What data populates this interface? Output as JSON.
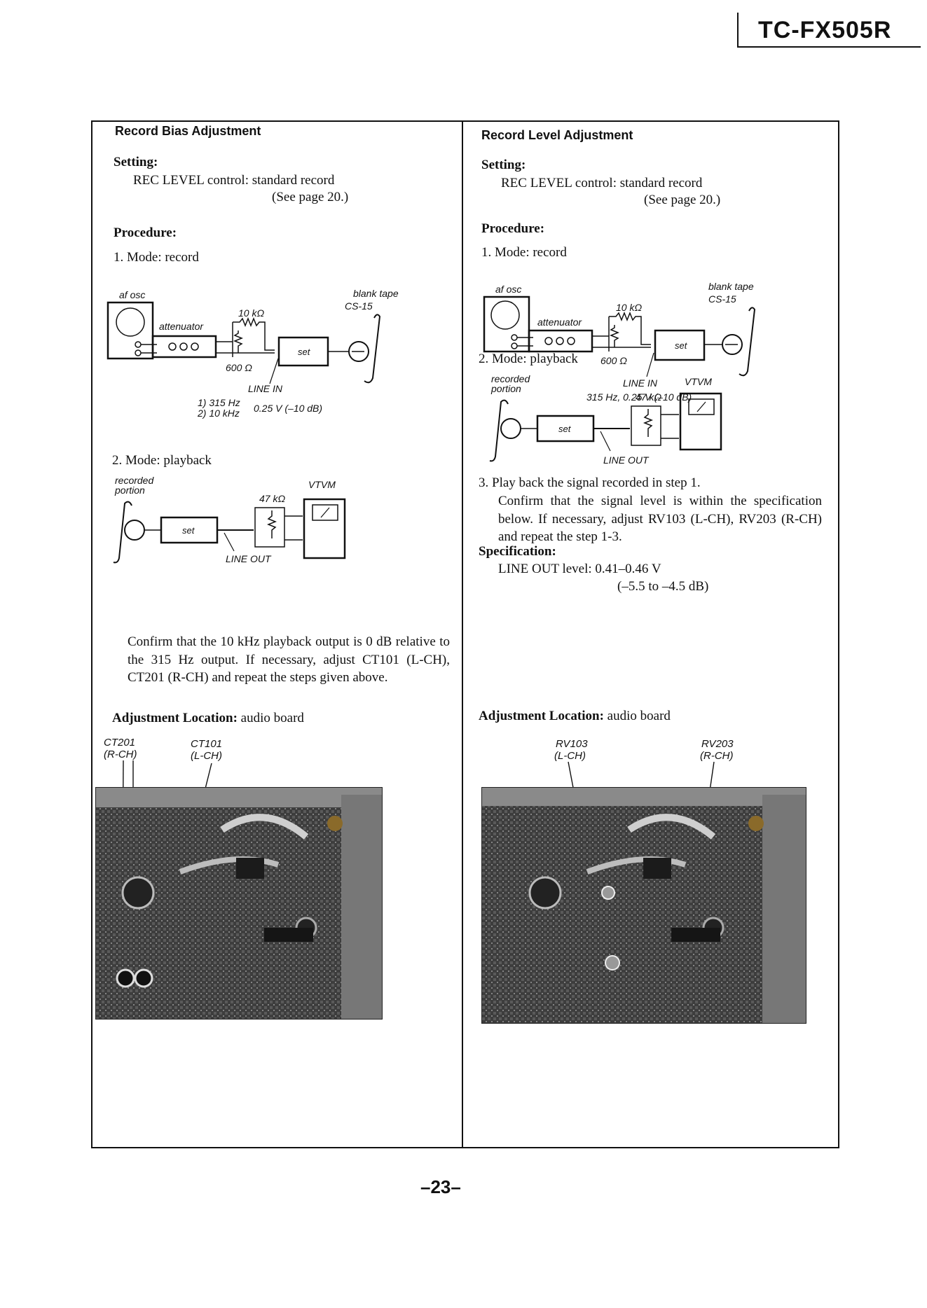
{
  "header": {
    "model": "TC-FX505R"
  },
  "left": {
    "title": "Record Bias Adjustment",
    "setting_heading": "Setting:",
    "setting_line1": "REC LEVEL control: standard record",
    "setting_line2": "(See page 20.)",
    "procedure_heading": "Procedure:",
    "step1": "1. Mode: record",
    "diagram1": {
      "af_osc": "af osc",
      "attenuator": "attenuator",
      "r10k": "10 kΩ",
      "r600": "600 Ω",
      "set": "set",
      "line_in": "LINE IN",
      "blank_tape": "blank tape",
      "cs15": "CS-15",
      "freq1": "1) 315 Hz",
      "freq2": "2) 10 kHz",
      "level": "0.25 V (–10 dB)"
    },
    "step2": "2. Mode: playback",
    "diagram2": {
      "recorded": "recorded",
      "portion": "portion",
      "set": "set",
      "r47k": "47 kΩ",
      "vtvm": "VTVM",
      "line_out": "LINE OUT"
    },
    "confirm_text": "Confirm that the 10 kHz playback output is 0 dB relative to the 315 Hz output. If necessary, adjust CT101 (L-CH), CT201 (R-CH) and repeat the steps given above.",
    "adj_label": "Adjustment Location:",
    "adj_value": "audio board",
    "callout1_a": "CT201",
    "callout1_b": "(R-CH)",
    "callout2_a": "CT101",
    "callout2_b": "(L-CH)"
  },
  "right": {
    "title": "Record Level Adjustment",
    "setting_heading": "Setting:",
    "setting_line1": "REC LEVEL control: standard record",
    "setting_line2": "(See page 20.)",
    "procedure_heading": "Procedure:",
    "step1": "1. Mode: record",
    "diagram1": {
      "af_osc": "af osc",
      "attenuator": "attenuator",
      "r10k": "10 kΩ",
      "r600": "600 Ω",
      "set": "set",
      "line_in": "LINE IN",
      "blank_tape": "blank tape",
      "cs15": "CS-15",
      "signal": "315 Hz, 0.25 V (–10 dB)"
    },
    "step2": "2. Mode: playback",
    "diagram2": {
      "recorded": "recorded",
      "portion": "portion",
      "set": "set",
      "r47k": "47 kΩ",
      "vtvm": "VTVM",
      "line_out": "LINE OUT"
    },
    "step3_line1": "3. Play back the signal recorded in step 1.",
    "step3_text": "Confirm that the signal level is within the specification below. If necessary, adjust RV103 (L-CH), RV203 (R-CH) and repeat the step 1-3.",
    "spec_heading": "Specification:",
    "spec_line1": "LINE OUT level: 0.41–0.46 V",
    "spec_line2": "(–5.5 to –4.5 dB)",
    "adj_label": "Adjustment Location:",
    "adj_value": "audio board",
    "callout1_a": "RV103",
    "callout1_b": "(L-CH)",
    "callout2_a": "RV203",
    "callout2_b": "(R-CH)"
  },
  "footer": {
    "page_number": "–23–"
  }
}
